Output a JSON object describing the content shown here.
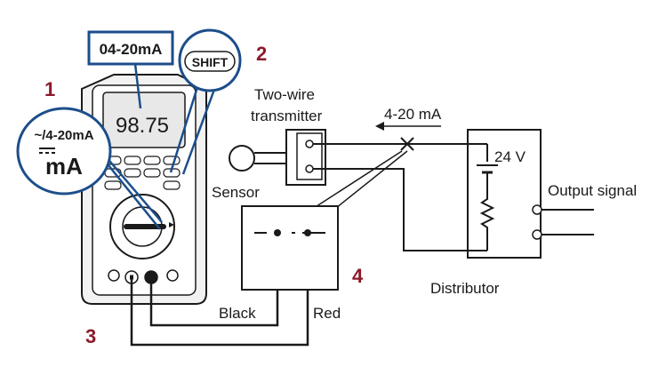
{
  "step_numbers": [
    "1",
    "2",
    "3",
    "4"
  ],
  "callouts": {
    "range_label": "04-20mA",
    "shift_key": "SHIFT",
    "function_line1": "~/4-20mA",
    "function_line2": "mA"
  },
  "meter_display": {
    "reading": "98.75"
  },
  "labels": {
    "transmitter_line1": "Two-wire",
    "transmitter_line2": "transmitter",
    "current": "4-20 mA",
    "sensor": "Sensor",
    "supply": "24 V",
    "output": "Output signal",
    "distributor": "Distributor",
    "black": "Black",
    "red": "Red"
  },
  "colors": {
    "accent_blue": "#1c4e8a",
    "step_number": "#8b1a2b",
    "line": "#1a1a1a"
  }
}
